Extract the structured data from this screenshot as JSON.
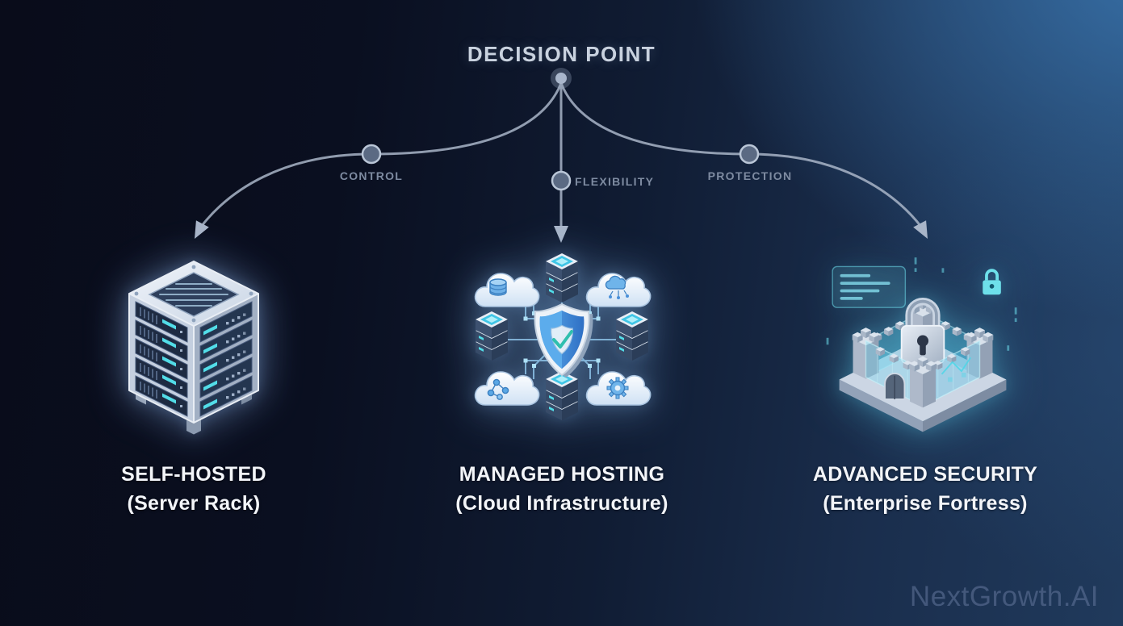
{
  "title": "DECISION POINT",
  "branches": [
    {
      "label": "CONTROL"
    },
    {
      "label": "FLEXIBILITY"
    },
    {
      "label": "PROTECTION"
    }
  ],
  "options": [
    {
      "name": "SELF-HOSTED",
      "sub": "(Server Rack)",
      "icon": "server-rack-icon"
    },
    {
      "name": "MANAGED HOSTING",
      "sub": "(Cloud Infrastructure)",
      "icon": "cloud-infrastructure-icon"
    },
    {
      "name": "ADVANCED SECURITY",
      "sub": "(Enterprise Fortress)",
      "icon": "enterprise-fortress-icon"
    }
  ],
  "watermark": "NextGrowth.AI",
  "colors": {
    "background_dark": "#0a0f20",
    "background_light": "#20507e",
    "connector_line": "#a9b5c8",
    "node_fill": "#5b6a83",
    "node_stroke": "#bac6d7",
    "branch_label": "#7e8ba1",
    "option_text": "#f3f5f9",
    "cyan_accent": "#52dde8",
    "shield_blue": "#2e6fc4",
    "watermark": "#5c7094"
  }
}
